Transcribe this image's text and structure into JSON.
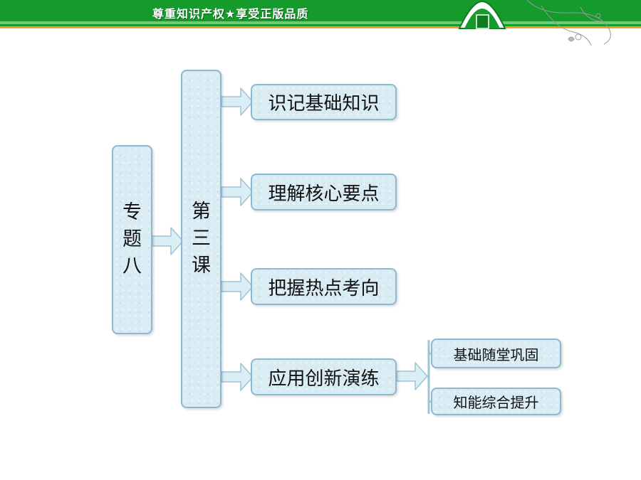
{
  "header": {
    "slogan": "尊重知识产权★享受正版品质"
  },
  "diagram": {
    "topic": [
      "专",
      "题",
      "八"
    ],
    "lesson": [
      "第",
      "三",
      "课"
    ],
    "sections": [
      "识记基础知识",
      "理解核心要点",
      "把握热点考向",
      "应用创新演练"
    ],
    "subsections": [
      "基础随堂巩固",
      "知能综合提升"
    ]
  },
  "colors": {
    "header_green": "#159a2c",
    "header_orange": "#f2a025",
    "box_fill": "#d9ecf4",
    "box_border": "#8db8cf"
  }
}
